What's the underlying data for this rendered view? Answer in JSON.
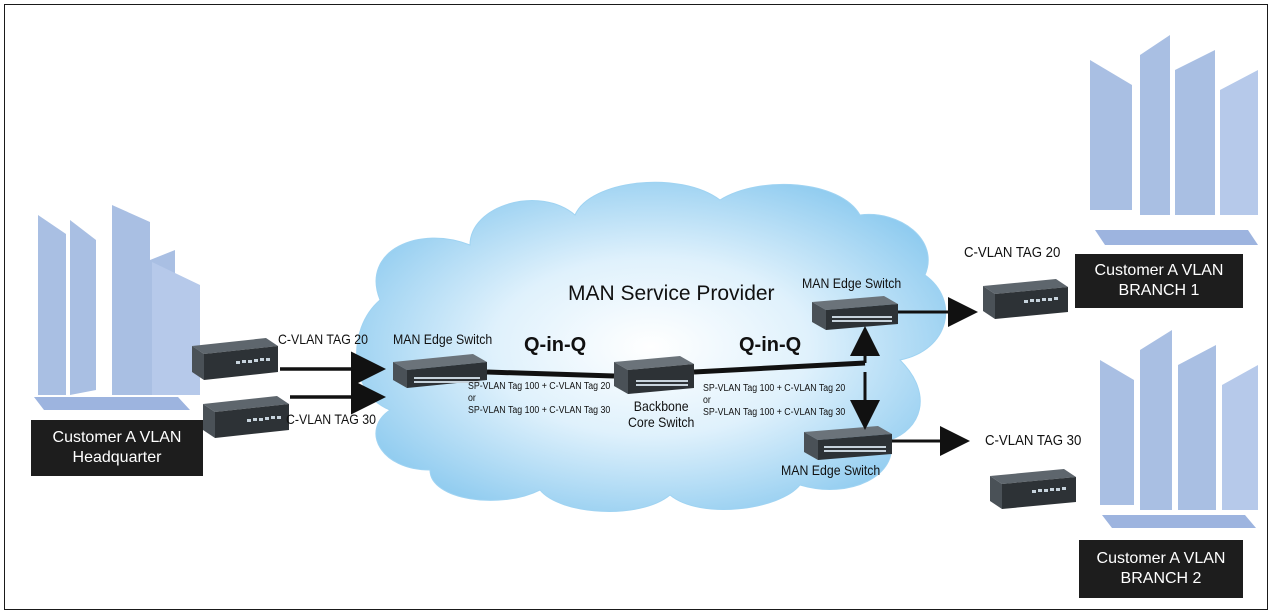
{
  "cloud": {
    "title": "MAN Service Provider"
  },
  "sites": {
    "hq": {
      "line1": "Customer A VLAN",
      "line2": "Headquarter"
    },
    "branch1": {
      "line1": "Customer A VLAN",
      "line2": "BRANCH 1"
    },
    "branch2": {
      "line1": "Customer A VLAN",
      "line2": "BRANCH 2"
    }
  },
  "links": {
    "hq_tag20": "C-VLAN TAG 20",
    "hq_tag30": "C-VLAN TAG 30",
    "b1_tag20": "C-VLAN TAG 20",
    "b2_tag30": "C-VLAN TAG 30"
  },
  "switches": {
    "edge_left": "MAN Edge Switch",
    "edge_b1": "MAN Edge Switch",
    "edge_b2": "MAN Edge Switch",
    "core_line1": "Backbone",
    "core_line2": "Core Switch"
  },
  "tunnels": {
    "left_label": "Q-in-Q",
    "right_label": "Q-in-Q",
    "left_tags": {
      "line1": "SP-VLAN Tag 100 + C-VLAN Tag 20",
      "line2": "or",
      "line3": "SP-VLAN Tag 100 + C-VLAN Tag 30"
    },
    "right_tags": {
      "line1": "SP-VLAN Tag 100 + C-VLAN Tag 20",
      "line2": "or",
      "line3": "SP-VLAN Tag 100 + C-VLAN Tag 30"
    }
  },
  "colors": {
    "building": "#a9bfe3",
    "building_shadow": "#8da6d4",
    "cloud_center": "#ffffff",
    "cloud_edge": "#8ccbf0",
    "switch_body": "#3a3f44",
    "label_box": "#1d1d1d",
    "arrow": "#111111"
  }
}
